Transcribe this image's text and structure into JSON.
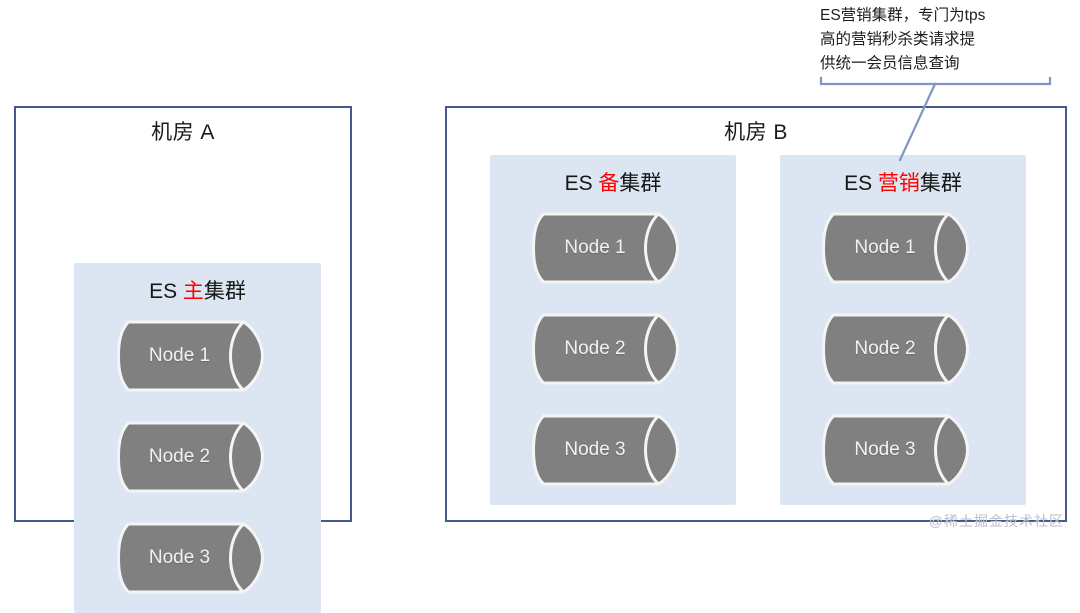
{
  "diagram": {
    "title_text_color": "#1a1a1a",
    "accent_color": "#ff0000",
    "frame_border_color": "#44598c",
    "cluster_fill_color": "#dce6f2",
    "node_fill_color": "#808080"
  },
  "datacenters": [
    {
      "id": "a",
      "title": "机房 A",
      "clusters": [
        {
          "id": "main",
          "title_prefix": "ES ",
          "title_highlight": "主",
          "title_suffix": "集群",
          "nodes": [
            "Node 1",
            "Node 2",
            "Node 3"
          ]
        }
      ]
    },
    {
      "id": "b",
      "title": "机房 B",
      "clusters": [
        {
          "id": "backup",
          "title_prefix": "ES ",
          "title_highlight": "备",
          "title_suffix": "集群",
          "nodes": [
            "Node 1",
            "Node 2",
            "Node 3"
          ]
        },
        {
          "id": "marketing",
          "title_prefix": "ES ",
          "title_highlight": "营销",
          "title_suffix": "集群",
          "nodes": [
            "Node 1",
            "Node 2",
            "Node 3"
          ]
        }
      ]
    }
  ],
  "callout": {
    "text": "ES营销集群，专门为tps\n高的营销秒杀类请求提\n供统一会员信息查询",
    "line_color": "#8195c4"
  },
  "watermark": {
    "text": "@稀土掘金技术社区"
  }
}
